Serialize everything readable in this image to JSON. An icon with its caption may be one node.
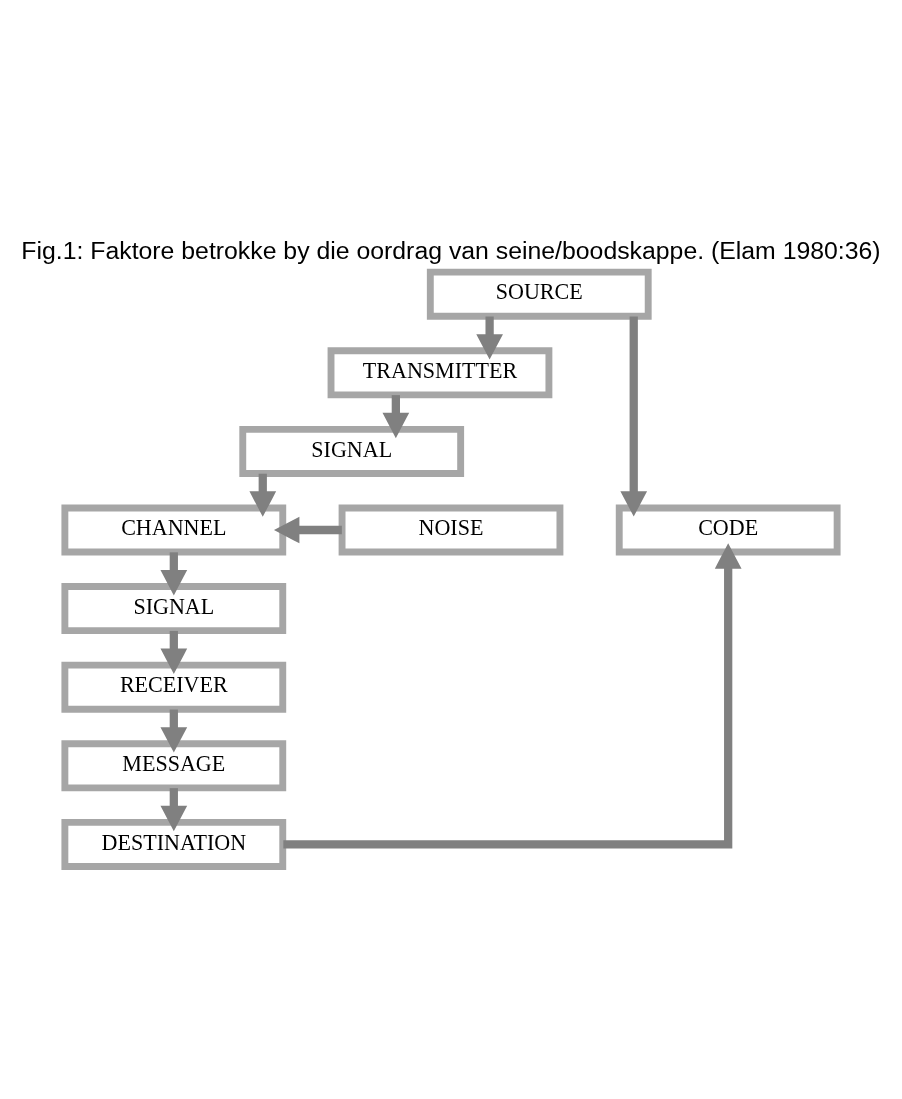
{
  "diagram": {
    "title": "Fig.1: Faktore betrokke by die oordrag van seine/boodskappe. (Elam 1980:36)",
    "nodes": [
      {
        "text": [
          "SOURCE"
        ]
      },
      {
        "text": [
          "TRANSMITTER"
        ]
      },
      {
        "text": [
          "SIGNAL"
        ]
      },
      {
        "text": [
          "NOISE"
        ]
      },
      {
        "text": [
          "CHANNEL"
        ]
      },
      {
        "text": [
          "SIGNAL"
        ]
      },
      {
        "text": [
          "RECEIVER"
        ]
      },
      {
        "text": [
          "MESSAGE"
        ]
      },
      {
        "text": [
          "DESTINATION"
        ]
      },
      {
        "text": [
          "CODE"
        ]
      }
    ],
    "edges": [
      {
        "from": 0,
        "to": 1,
        "arrow": "to"
      },
      {
        "from": 1,
        "to": 2,
        "arrow": "to"
      },
      {
        "from": 2,
        "to": 4,
        "arrow": "to"
      },
      {
        "from": 3,
        "to": 4,
        "arrow": "to"
      },
      {
        "from": 4,
        "to": 5,
        "arrow": "to"
      },
      {
        "from": 5,
        "to": 6,
        "arrow": "to"
      },
      {
        "from": 6,
        "to": 7,
        "arrow": "to"
      },
      {
        "from": 7,
        "to": 8,
        "arrow": "to"
      },
      {
        "from": 0,
        "to": 9,
        "arrow": "to"
      },
      {
        "from": 8,
        "to": 9,
        "arrow": "to"
      }
    ]
  }
}
